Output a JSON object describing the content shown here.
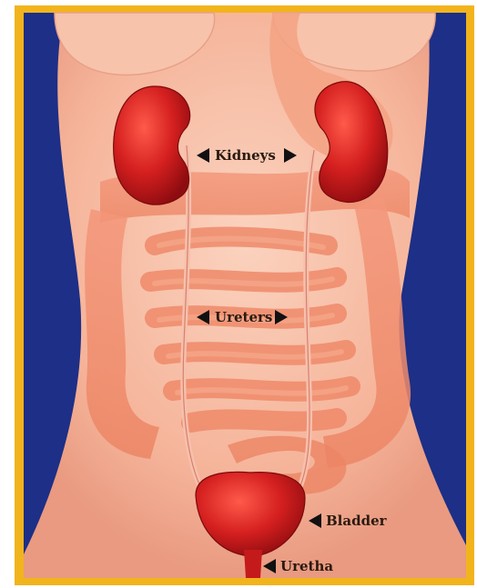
{
  "labels": {
    "kidneys": "Kidneys",
    "ureters": "Ureters",
    "bladder": "Bladder",
    "urethra": "Uretha"
  },
  "colors": {
    "frame": "#f2b41c",
    "background": "#1d2f86",
    "skin": "#f5b49a",
    "intestine": "#f08a68",
    "organ": "#c8181c",
    "label_text": "#2a1a10",
    "pointer": "#111111"
  }
}
